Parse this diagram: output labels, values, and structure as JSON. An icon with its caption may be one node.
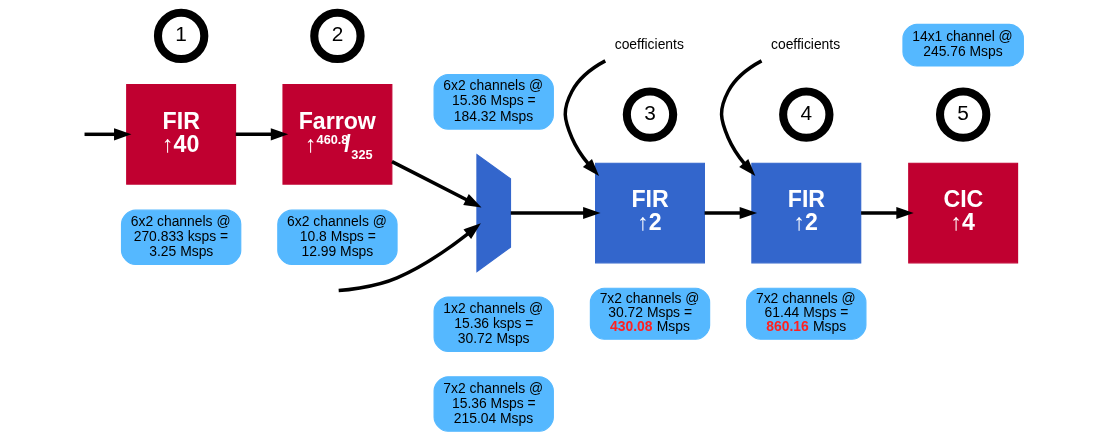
{
  "diagram": {
    "nodes": [
      {
        "text": [
          "1x2 channels @ 15.36 ksps = 30.72 Msps"
        ]
      },
      {
        "text": [
          "7x2 channels @ 15.36 Msps = 215.04 Msps"
        ]
      },
      {
        "text": [
          "14x1 channel @ 245.76 Msps"
        ]
      },
      {
        "text": [
          "coefficients"
        ]
      },
      {
        "text": [
          "coefficients"
        ]
      },
      {
        "text": [
          "1"
        ]
      },
      {
        "text": [
          "FIR",
          "↑40"
        ]
      },
      {
        "text": [
          "2"
        ]
      },
      {
        "text": [
          "Farrow",
          "↑$^{460.8}$/$_{325}$"
        ]
      },
      {
        "text": [],
        "shape": "trapezoid"
      },
      {
        "text": [
          "3"
        ]
      },
      {
        "text": [
          "FIR",
          "↑2"
        ]
      },
      {
        "text": [
          "4"
        ]
      },
      {
        "text": [
          "FIR",
          "↑2"
        ]
      },
      {
        "text": [
          "5"
        ]
      },
      {
        "text": [
          "CIC",
          "↑4"
        ]
      },
      {
        "text": [
          "6x2 channels @ 270.833 ksps = 3.25 Msps"
        ]
      },
      {
        "text": [
          "6x2 channels @ 10.8 Msps = 12.99 Msps"
        ]
      },
      {
        "text": [
          "6x2 channels @ 15.36 Msps = 184.32 Msps"
        ]
      },
      {
        "text": [
          "7x2 channels @ 30.72 Msps = **430.08** Msps"
        ]
      },
      {
        "text": [
          "7x2 channels @ 61.44 Msps = **860.16** Msps"
        ]
      }
    ],
    "edges": [
      {
        "from": null,
        "to": 6,
        "arrow": "to"
      },
      {
        "from": 6,
        "to": 8,
        "arrow": "to"
      },
      {
        "from": 8,
        "to": 9,
        "arrow": "to"
      },
      {
        "from": null,
        "to": 9,
        "arrow": "to"
      },
      {
        "from": 9,
        "to": 11,
        "arrow": "to"
      },
      {
        "from": 11,
        "to": 13,
        "arrow": "to"
      },
      {
        "from": 13,
        "to": 15,
        "arrow": "to"
      },
      {
        "from": 3,
        "to": 11,
        "arrow": "to"
      },
      {
        "from": 4,
        "to": 13,
        "arrow": "to"
      }
    ]
  }
}
